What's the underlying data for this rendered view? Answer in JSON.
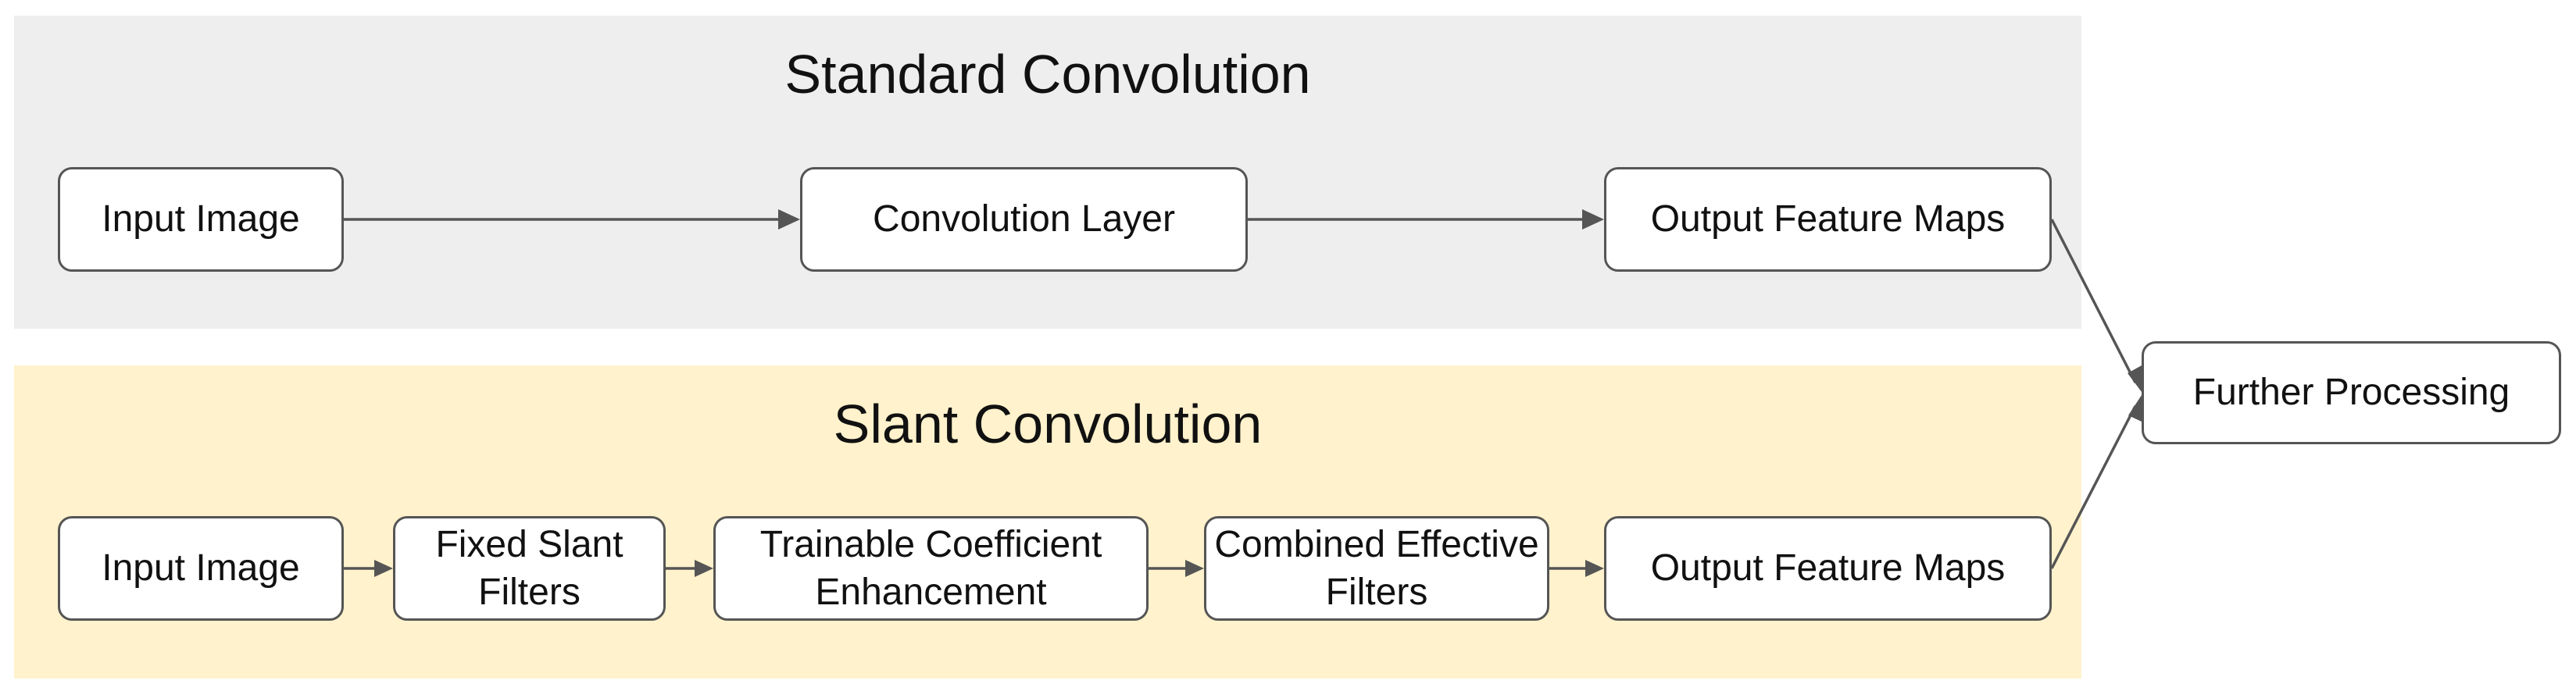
{
  "clusters": {
    "standard": {
      "title": "Standard Convolution",
      "nodes": {
        "input": "Input Image",
        "conv": "Convolution Layer",
        "output": "Output Feature Maps"
      }
    },
    "slant": {
      "title": "Slant Convolution",
      "nodes": {
        "input": "Input Image",
        "fixed": "Fixed Slant Filters",
        "trainable": "Trainable Coefficient Enhancement",
        "combined": "Combined Effective Filters",
        "output": "Output Feature Maps"
      }
    }
  },
  "final_node": "Further Processing",
  "edges": [
    [
      "Input Image",
      "Convolution Layer"
    ],
    [
      "Convolution Layer",
      "Output Feature Maps"
    ],
    [
      "Output Feature Maps",
      "Further Processing"
    ],
    [
      "Input Image",
      "Fixed Slant Filters"
    ],
    [
      "Fixed Slant Filters",
      "Trainable Coefficient Enhancement"
    ],
    [
      "Trainable Coefficient Enhancement",
      "Combined Effective Filters"
    ],
    [
      "Combined Effective Filters",
      "Output Feature Maps"
    ],
    [
      "Output Feature Maps",
      "Further Processing"
    ]
  ],
  "colors": {
    "standard_bg": "#eeeeee",
    "slant_bg": "#fff2cc",
    "node_border": "#555555",
    "edge": "#555555"
  }
}
